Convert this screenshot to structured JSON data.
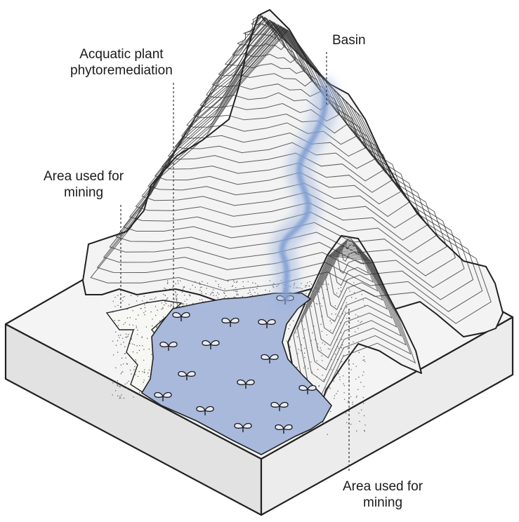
{
  "labels": {
    "basin": {
      "lines": [
        "Basin"
      ]
    },
    "aquatic": {
      "lines": [
        "Acquatic plant",
        "phytoremediation"
      ]
    },
    "mining_left": {
      "lines": [
        "Area used for",
        "mining"
      ]
    },
    "mining_right": {
      "lines": [
        "Area used for",
        "mining"
      ]
    }
  },
  "colors": {
    "water": "#a9b9dc",
    "stream": "#7f9ed2",
    "terrain": "#f2f2f2",
    "block": "#e4e4e4",
    "sand": "#f6f6f2",
    "outline": "#222222"
  },
  "icons": {
    "plant": "sprout-icon",
    "sand": "sand-dots"
  }
}
